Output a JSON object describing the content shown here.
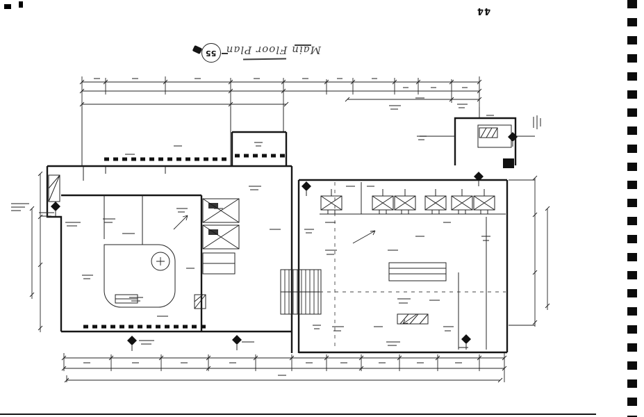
{
  "page": {
    "number": "44",
    "stamp_number": "55",
    "drawing_title": "Main Floor Plan"
  },
  "colors": {
    "paper": "#ffffff",
    "ink": "#1a1a1a",
    "binding_marks": "#0b0b0b"
  }
}
